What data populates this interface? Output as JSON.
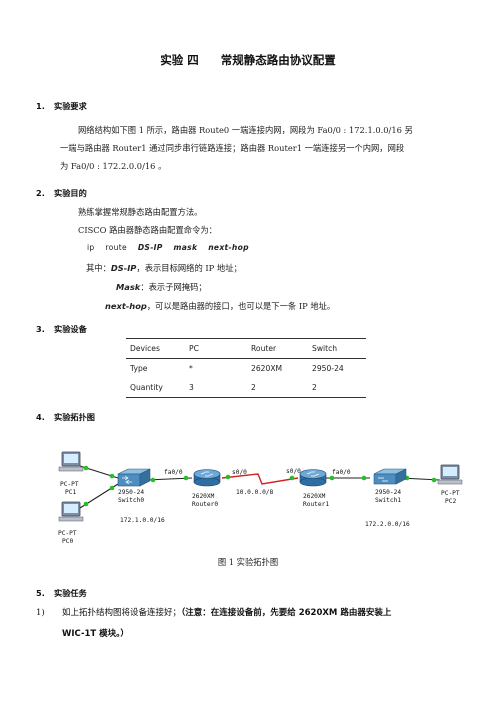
{
  "title": {
    "part1": "实验 四",
    "part2": "常规静态路由协议配置"
  },
  "sec1": {
    "num": "1.",
    "heading": "实验要求",
    "lines": [
      "网络结构如下图 1 所示，路由器 Route0 一端连接内网，网段为 Fa0/0 : 172.1.0.0/16 另",
      "一端与路由器 Router1 通过同步串行链路连接；路由器 Router1 一端连接另一个内网，网段",
      "为 Fa0/0 : 172.2.0.0/16 。"
    ]
  },
  "sec2": {
    "num": "2.",
    "heading": "实验目的",
    "line1": "熟练掌握常规静态路由配置方法。",
    "line2": "CISCO 路由器静态路由配置命令为：",
    "cmd": {
      "kw1": "ip",
      "kw2": "route",
      "a1": "DS-IP",
      "a2": "mask",
      "a3": "next-hop"
    },
    "where_prefix": "其中：",
    "where_term": "DS-IP",
    "where_desc": "，表示目标网络的 IP 地址；",
    "mask_term": "Mask",
    "mask_desc": "：表示子网掩码；",
    "nh_term": "next-hop",
    "nh_desc": "，可以是路由器的接口，也可以是下一条 IP 地址。"
  },
  "sec3": {
    "num": "3.",
    "heading": "实验设备",
    "table": [
      [
        "Devices",
        "PC",
        "Router",
        "Switch"
      ],
      [
        "Type",
        "*",
        "2620XM",
        "2950-24"
      ],
      [
        "Quantity",
        "3",
        "2",
        "2"
      ]
    ]
  },
  "sec4": {
    "num": "4.",
    "heading": "实验拓扑图"
  },
  "topology": {
    "pc1": {
      "l1": "PC-PT",
      "l2": "PC1"
    },
    "pc0": {
      "l1": "PC-PT",
      "l2": "PC0"
    },
    "pc2": {
      "l1": "PC-PT",
      "l2": "PC2"
    },
    "switch0": {
      "l1": "2950-24",
      "l2": "Switch0"
    },
    "switch1": {
      "l1": "2950-24",
      "l2": "Switch1"
    },
    "router0": {
      "l1": "2620XM",
      "l2": "Router0"
    },
    "router1": {
      "l1": "2620XM",
      "l2": "Router1"
    },
    "r0_fa": "fa0/0",
    "r0_s": "s0/0",
    "r1_s": "s0/0",
    "r1_fa": "fa0/0",
    "net_left": "172.1.0.0/16",
    "net_mid": "10.0.0.0/8",
    "net_right": "172.2.0.0/16",
    "colors": {
      "link": "#222222",
      "serial": "#d42020",
      "dot": "#22c022",
      "router": "#3f7fb8",
      "switch": "#4d8dc0"
    }
  },
  "caption": "图 1  实验拓扑图",
  "sec5": {
    "num": "5.",
    "heading": "实验任务",
    "item_num": "1)",
    "item_text": "如上拓扑结构图将设备连接好；",
    "item_bold1": "（注意：在连接设备前，先要给 2620XM 路由器安装上",
    "item_bold2": "WIC-1T 模块。）"
  }
}
